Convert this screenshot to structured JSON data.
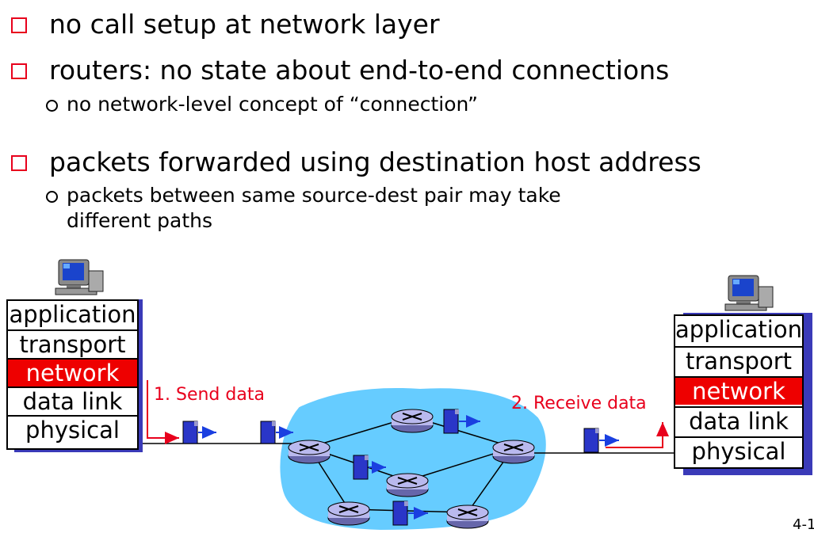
{
  "bullets": [
    {
      "text": "no call setup at network layer",
      "sub": []
    },
    {
      "text": "routers: no state about end-to-end connections",
      "sub": [
        "no network-level concept of “connection”"
      ]
    },
    {
      "text": "packets forwarded using destination host address",
      "sub": [
        "packets between same source-dest pair may take",
        "different paths"
      ]
    }
  ],
  "left_stack": [
    "application",
    "transport",
    "network",
    "data link",
    "physical"
  ],
  "right_stack": [
    "application",
    "transport",
    "network",
    "data link",
    "physical"
  ],
  "highlight_layer": "network",
  "labels": {
    "send": "1. Send data",
    "receive": "2. Receive data"
  },
  "footer": "4-1",
  "colors": {
    "accent": "#e8001c",
    "network_highlight": "#ee0000",
    "cloud": "#66ccff",
    "router": "#b9b9ee",
    "packet": "#2a36c8",
    "arrow_blue": "#1a3fe0"
  },
  "icons": [
    "computer-icon",
    "router-icon",
    "packet-icon"
  ]
}
